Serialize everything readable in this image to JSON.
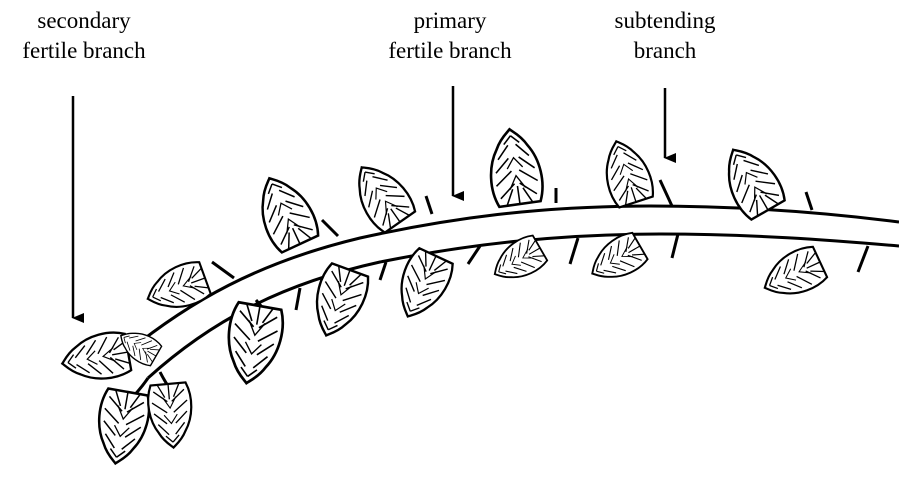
{
  "labels": {
    "secondary": {
      "line1": "secondary",
      "line2": "fertile branch"
    },
    "primary": {
      "line1": "primary",
      "line2": "fertile branch"
    },
    "subtending": {
      "line1": "subtending",
      "line2": "branch"
    }
  },
  "colors": {
    "ink": "#000000",
    "background": "#ffffff"
  }
}
